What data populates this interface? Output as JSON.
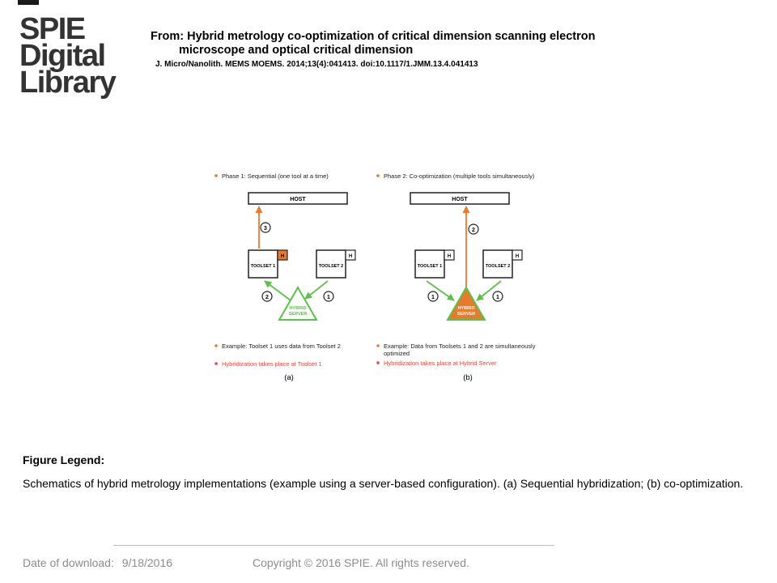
{
  "logo": {
    "line1": "SPIE",
    "line2": "Digital",
    "line3": "Library"
  },
  "header": {
    "title_line1": "From: Hybrid metrology co-optimization of critical dimension scanning electron",
    "title_line2": "microscope and optical critical dimension",
    "citation": "J. Micro/Nanolith. MEMS MOEMS. 2014;13(4):041413. doi:10.1117/1.JMM.13.4.041413"
  },
  "figure": {
    "panel_a": {
      "phase": "Phase 1: Sequential (one tool at a time)",
      "host": "HOST",
      "toolset1": "TOOLSET 1",
      "toolset2": "TOOLSET 2",
      "flag": "H",
      "server_line1": "HYBRID",
      "server_line2": "SERVER",
      "step1": "1",
      "step2": "2",
      "step3": "3",
      "example": "Example: Toolset 1 uses data from Toolset 2",
      "hybridization": "Hybridization takes place at Toolset 1",
      "caption": "(a)"
    },
    "panel_b": {
      "phase": "Phase 2: Co-optimization (multiple tools simultaneously)",
      "host": "HOST",
      "toolset1": "TOOLSET 1",
      "toolset2": "TOOLSET 2",
      "flag": "H",
      "server_line1": "HYBRID",
      "server_line2": "SERVER",
      "step1": "1",
      "step2": "2",
      "example_line1": "Example: Data from Toolsets 1 and 2 are simultaneously",
      "example_line2": "optimized",
      "hybridization": "Hybridization takes place at Hybrid Server",
      "caption": "(b)"
    },
    "colors": {
      "orange": "#e87a2c",
      "green": "#5cc04a",
      "red": "#e8463c",
      "dark": "#222222"
    }
  },
  "legend": {
    "title": "Figure Legend:",
    "text": "Schematics of hybrid metrology implementations (example using a server-based configuration). (a) Sequential hybridization; (b) co-optimization."
  },
  "footer": {
    "download_label": "Date of download:",
    "download_date": "9/18/2016",
    "copyright": "Copyright © 2016 SPIE. All rights reserved."
  }
}
